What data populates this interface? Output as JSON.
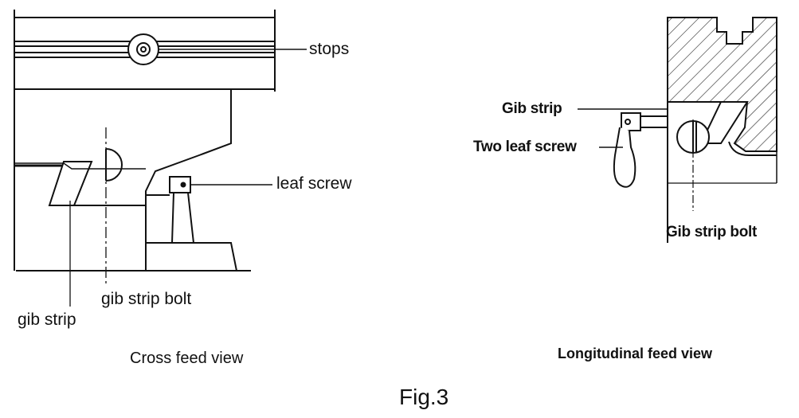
{
  "labels": {
    "stops": "stops",
    "leaf_screw": "leaf screw",
    "gib_strip_bolt": "gib strip bolt",
    "gib_strip": "gib strip",
    "gib_strip_right": "Gib strip",
    "two_leaf_screw": "Two leaf screw",
    "gib_strip_bolt_right": "Gib strip bolt"
  },
  "captions": {
    "cross_feed": "Cross feed view",
    "longitudinal_feed": "Longitudinal feed view"
  },
  "figure_title": "Fig.3"
}
